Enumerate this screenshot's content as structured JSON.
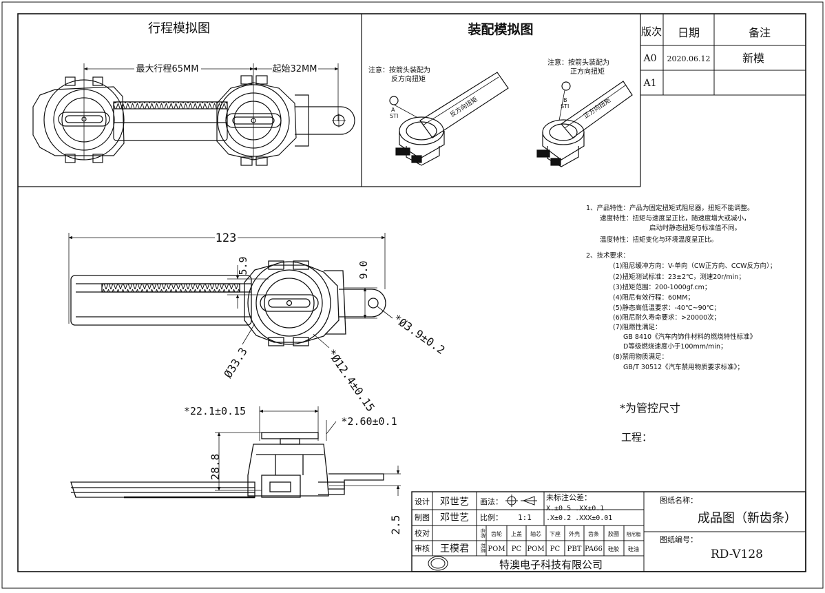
{
  "panels": {
    "stroke_title": "行程模拟图",
    "assembly_title": "装配模拟图",
    "max_stroke": "最大行程65MM",
    "start": "起始32MM",
    "note_left": [
      "注意：按箭头装配为",
      "反方向扭矩"
    ],
    "note_right": [
      "注意：按箭头装配为",
      "正方向扭矩"
    ],
    "left_badge": [
      "A",
      "STI"
    ],
    "right_badge": [
      "B",
      "STI"
    ],
    "left_rack_label": "反方向扭矩",
    "right_rack_label": "正方向扭矩"
  },
  "revision": {
    "headers": [
      "版次",
      "日期",
      "备注"
    ],
    "rows": [
      {
        "ver": "A0",
        "date": "2020.06.12",
        "note": "新模"
      },
      {
        "ver": "A1",
        "date": "",
        "note": ""
      }
    ]
  },
  "dimensions": {
    "total_length": "123",
    "d59": "5.9",
    "d90": "9.0",
    "d333": "Ø33.3",
    "d124": "*Ø12.4±0.15",
    "d39": "*Ø3.9±0.2",
    "d221": "*22.1±0.15",
    "d260": "*2.60±0.1",
    "d288": "28.8",
    "d25": "2.5"
  },
  "notes": {
    "lines": [
      "1、产品特性：产品为固定扭矩式阻尼器，扭矩不能调整。",
      "速度特性：扭矩与速度呈正比，随速度增大或减小，",
      "启动时静态扭矩与标准值不同。",
      "温度特性：扭矩变化与环境温度呈正比。",
      "2、技术要求：",
      "(1)阻尼缓冲方向：V-单向（CW正方向、CCW反方向）；",
      "(2)扭矩测试标准：23±2℃，测速20r/min；",
      "(3)扭矩范围：200-1000gf.cm；",
      "(4)阻尼有效行程：60MM；",
      "(5)静态高低温要求：-40℃~90℃；",
      "(6)阻尼耐久寿命要求：>20000次；",
      "(7)阻燃性满足：",
      "GB 8410《汽车内饰件材料的燃烧特性标准》",
      "D等级燃烧速度小于100mm/min；",
      "(8)禁用物质满足：",
      "GB/T 30512《汽车禁用物质要求标准》；"
    ],
    "controlled": "*为管控尺寸",
    "project": "工程："
  },
  "titleblock": {
    "design_label": "设计",
    "design_name": "邓世艺",
    "draw_label": "制图",
    "draw_name": "邓世艺",
    "check_label": "校对",
    "review_label": "审核",
    "review_name": "王模君",
    "method_label": "画法：",
    "scale_label": "比例：",
    "scale_value": "1:1",
    "tol_title": "未标注公差：",
    "tol_row1": "X.±0.5  .XX±0.1",
    "tol_row2": ".X±0.2 .XXX±0.01",
    "part_label": "名称",
    "material_label": "材质",
    "parts": [
      "齿轮",
      "上盖",
      "轴芯",
      "下座",
      "外壳",
      "齿条",
      "胶圈",
      "阻尼脂"
    ],
    "materials": [
      "POM",
      "PC",
      "POM",
      "PC",
      "PBT",
      "PA66",
      "硅胶",
      "硅油"
    ],
    "company": "特澳电子科技有限公司",
    "drawing_name_label": "图纸名称：",
    "drawing_name": "成品图（新齿条）",
    "drawing_no_label": "图纸编号：",
    "drawing_no": "RD-V128"
  }
}
